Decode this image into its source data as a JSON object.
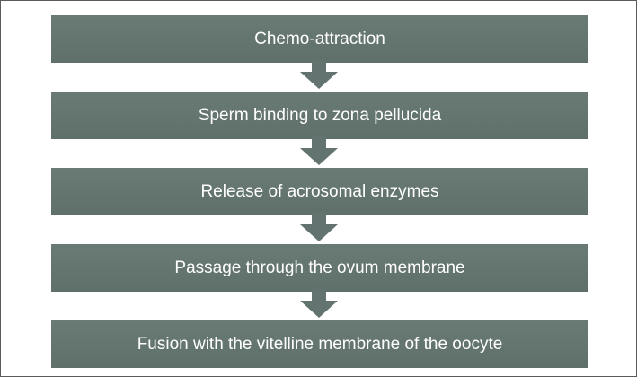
{
  "steps": [
    {
      "label": "Chemo-attraction"
    },
    {
      "label": "Sperm binding to zona pellucida"
    },
    {
      "label": "Release of acrosomal enzymes"
    },
    {
      "label": "Passage through the ovum membrane"
    },
    {
      "label": "Fusion with the vitelline membrane of the oocyte"
    }
  ],
  "colors": {
    "box_fill": "#637370",
    "arrow_fill": "#637370",
    "text": "#ffffff",
    "border": "#5a5a5a"
  }
}
